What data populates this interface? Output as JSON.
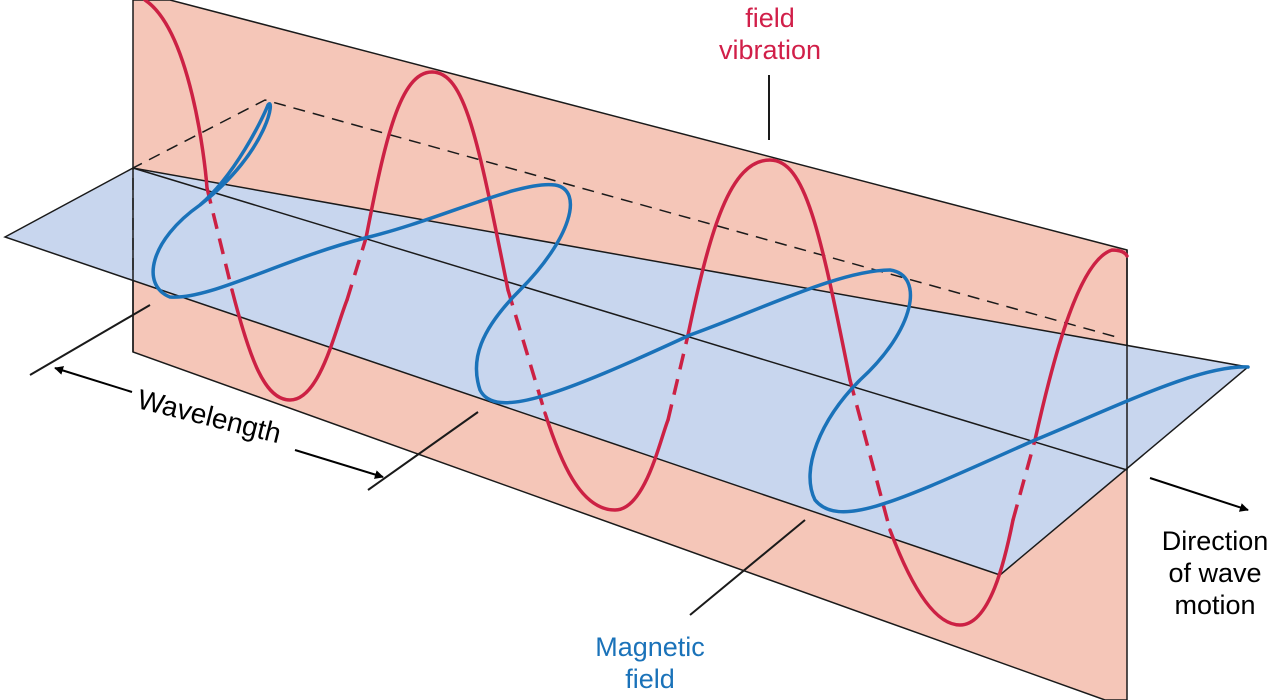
{
  "labels": {
    "electric_field": [
      "field",
      "vibration"
    ],
    "magnetic_field": [
      "Magnetic",
      "field"
    ],
    "wavelength": "Wavelength",
    "direction": [
      "Direction",
      "of wave",
      "motion"
    ]
  },
  "colors": {
    "electric_plane": "#f5c6b8",
    "magnetic_plane": "#c8d6ee",
    "electric_wave": "#cc2144",
    "magnetic_wave": "#1a72b9",
    "electric_label": "#d11f49",
    "magnetic_label": "#1a72b9",
    "outline": "#1a1a1a"
  }
}
